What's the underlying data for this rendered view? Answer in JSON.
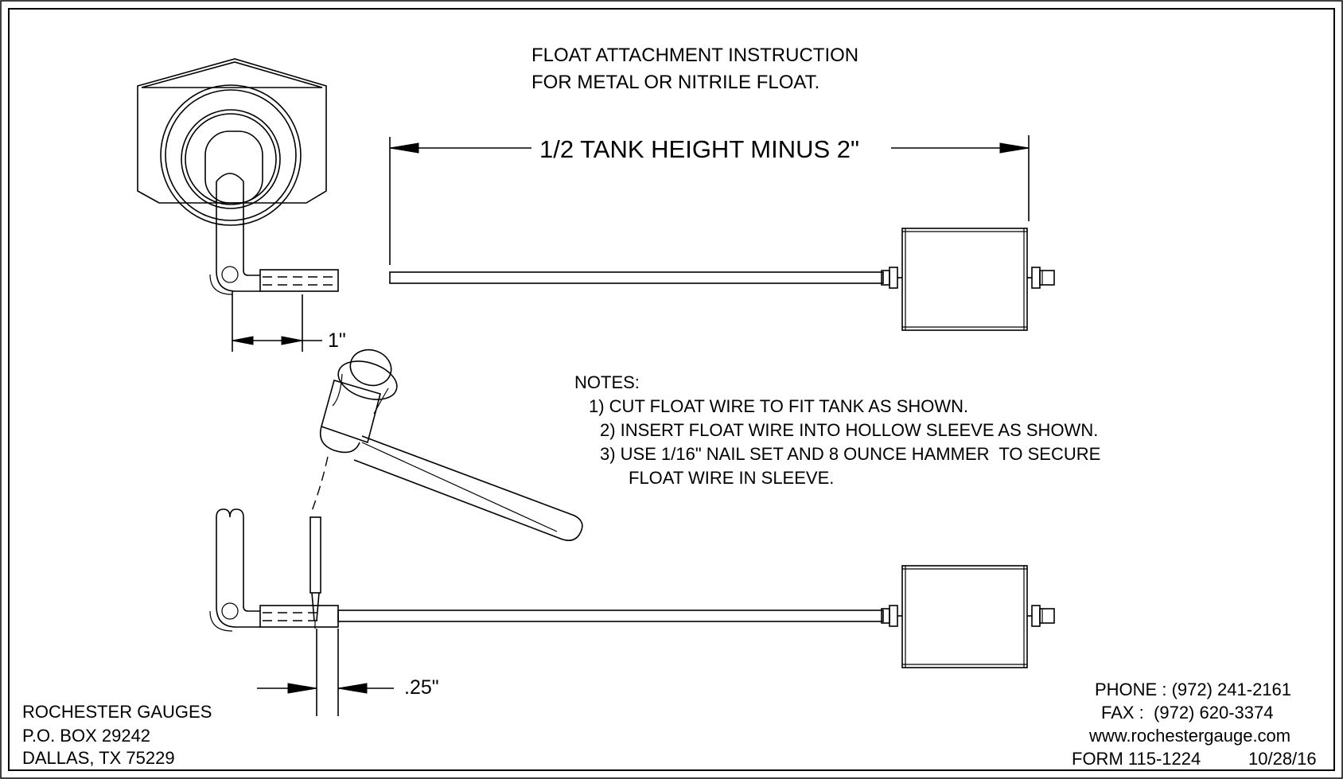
{
  "title": {
    "line1": "FLOAT ATTACHMENT INSTRUCTION",
    "line2": "FOR METAL OR NITRILE FLOAT."
  },
  "dimensions": {
    "tank_label": "1/2 TANK HEIGHT MINUS 2\"",
    "one_inch": "1\"",
    "quarter_inch": ".25\""
  },
  "notes": {
    "heading": "NOTES:",
    "items": [
      "1) CUT FLOAT WIRE TO FIT TANK AS SHOWN.",
      "2) INSERT FLOAT WIRE INTO HOLLOW SLEEVE AS SHOWN.",
      "3) USE 1/16\" NAIL SET AND 8 OUNCE HAMMER  TO SECURE",
      "FLOAT WIRE IN SLEEVE."
    ]
  },
  "company": {
    "name": "ROCHESTER GAUGES",
    "box": "P.O. BOX 29242",
    "city": "DALLAS, TX 75229"
  },
  "contact": {
    "phone": "PHONE : (972) 241-2161",
    "fax": "FAX :  (972) 620-3374",
    "web": "www.rochestergauge.com",
    "form": "FORM 115-1224",
    "date": "10/28/16"
  }
}
